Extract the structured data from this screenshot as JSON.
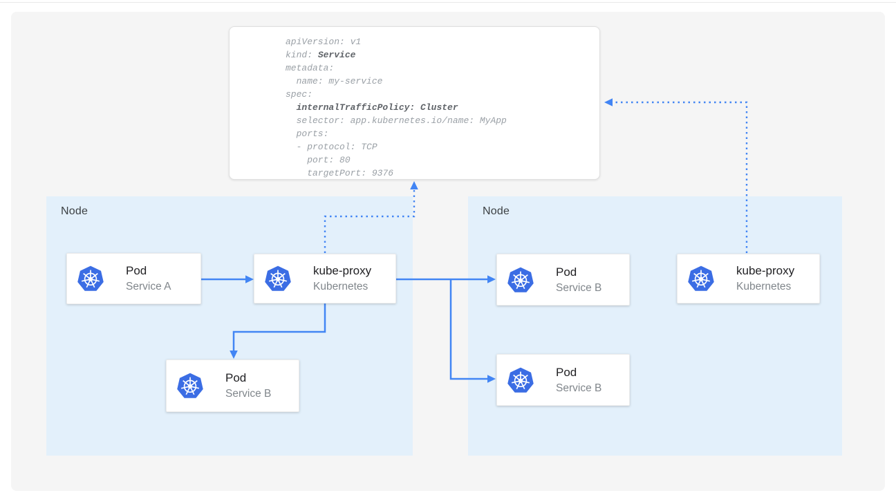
{
  "colors": {
    "canvas_background": "#f5f5f5",
    "node_fill": "#e3f0fb",
    "arrow_blue": "#4285f4",
    "kubernetes_blue": "#3b6de4",
    "code_text": "#9aa0a6",
    "code_bold_text": "#5f6368"
  },
  "service_manifest": {
    "lines": [
      {
        "pre": "apiVersion: v1"
      },
      {
        "pre": "kind: ",
        "bold": "Service"
      },
      {
        "pre": "metadata:"
      },
      {
        "pre": "  name: my-service"
      },
      {
        "pre": "spec:"
      },
      {
        "pre": "  ",
        "bold": "internalTrafficPolicy: Cluster"
      },
      {
        "pre": "  selector: app.kubernetes.io/name: MyApp"
      },
      {
        "pre": "  ports:"
      },
      {
        "pre": "  - protocol: TCP"
      },
      {
        "pre": "    port: 80"
      },
      {
        "pre": "    targetPort: 9376"
      }
    ]
  },
  "nodes": [
    {
      "label": "Node"
    },
    {
      "label": "Node"
    }
  ],
  "entities": [
    {
      "icon": "kubernetes-icon",
      "title": "Pod",
      "subtitle": "Service A"
    },
    {
      "icon": "kubernetes-icon",
      "title": "kube-proxy",
      "subtitle": "Kubernetes"
    },
    {
      "icon": "kubernetes-icon",
      "title": "Pod",
      "subtitle": "Service B"
    },
    {
      "icon": "kubernetes-icon",
      "title": "Pod",
      "subtitle": "Service B"
    },
    {
      "icon": "kubernetes-icon",
      "title": "Pod",
      "subtitle": "Service B"
    },
    {
      "icon": "kubernetes-icon",
      "title": "kube-proxy",
      "subtitle": "Kubernetes"
    }
  ]
}
